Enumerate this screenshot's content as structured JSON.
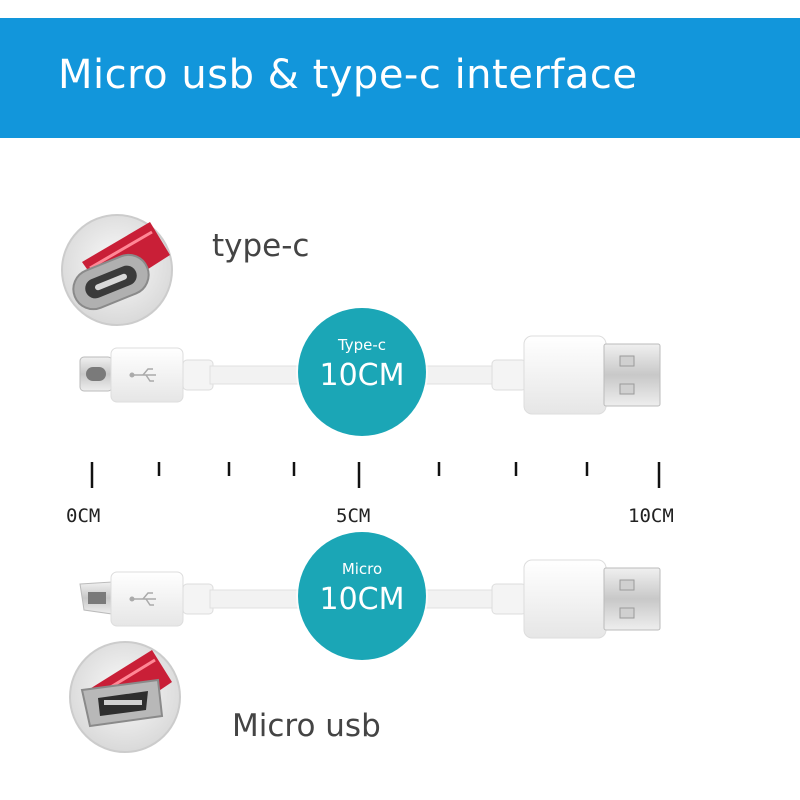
{
  "header": {
    "title": "Micro usb & type-c interface"
  },
  "typec": {
    "label": "type-c",
    "badge_top": "Type-c",
    "badge_main": "10CM"
  },
  "micro": {
    "label": "Micro usb",
    "badge_top": "Micro",
    "badge_main": "10CM"
  },
  "ruler": {
    "tick_labels": [
      "0CM",
      "5CM",
      "10CM"
    ]
  },
  "colors": {
    "banner": "#1296db",
    "badge": "#1ba6b6",
    "cable": "#f2f2f2"
  },
  "icons": [
    "usb-trident-icon"
  ]
}
